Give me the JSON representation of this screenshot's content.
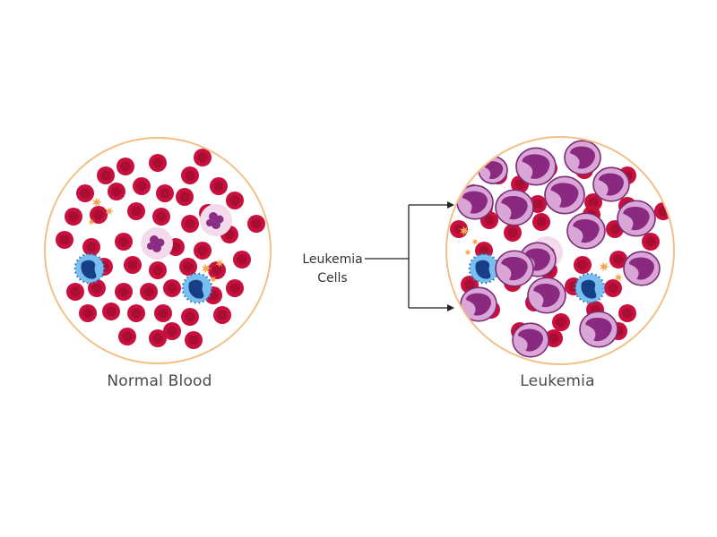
{
  "labels": {
    "normal": "Normal Blood",
    "leukemia": "Leukemia",
    "callout_line1": "Leukemia",
    "callout_line2": "Cells"
  },
  "colors": {
    "circle_outline": "#f2c088",
    "red_cell": "#c8103f",
    "red_cell_center": "#a80d32",
    "platelet": "#f5a750",
    "lymphocyte": "#77bff0",
    "lymphocyte_nucleus": "#173f85",
    "leukemia_cell": "#d9a6d6",
    "leukemia_nucleus": "#892a80",
    "neutrophil": "#f3dbeb",
    "neutrophil_nucleus": "#8a2d84",
    "arrow": "#222222"
  },
  "icons": [
    "red-blood-cell-icon",
    "white-blood-cell-icon",
    "platelet-icon",
    "leukemia-cell-icon"
  ]
}
